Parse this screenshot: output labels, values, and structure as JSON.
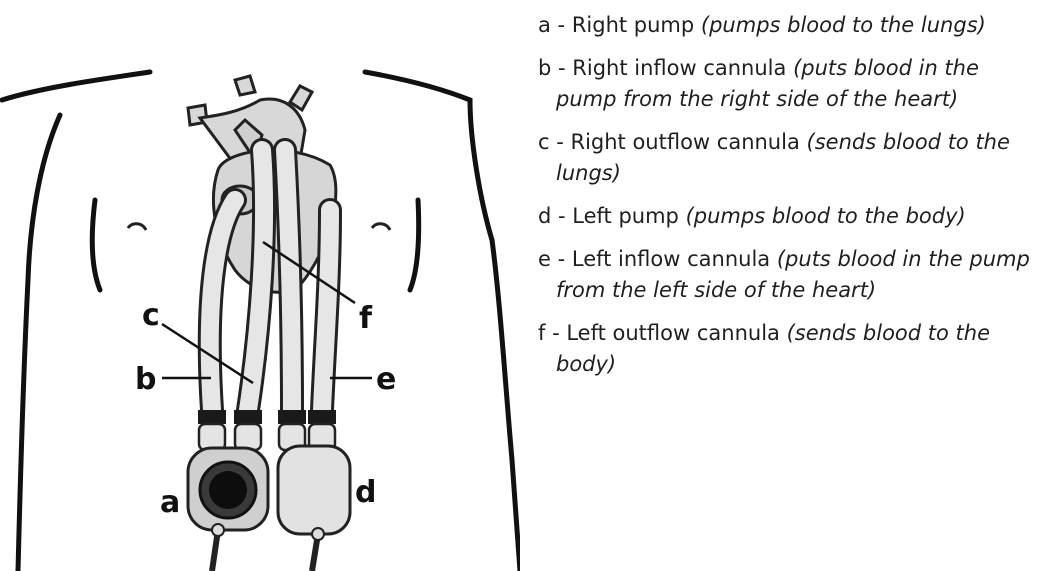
{
  "callouts": {
    "a": "a",
    "b": "b",
    "c": "c",
    "d": "d",
    "e": "e",
    "f": "f"
  },
  "legend": [
    {
      "key": "a",
      "sep": " - ",
      "name": "Right pump",
      "desc": "(pumps blood to the lungs)"
    },
    {
      "key": "b",
      "sep": " - ",
      "name": "Right inflow cannula",
      "desc": "(puts blood in the pump from the right side of the heart)"
    },
    {
      "key": "c",
      "sep": " - ",
      "name": "Right outflow cannula",
      "desc": "(sends blood to the lungs)"
    },
    {
      "key": "d",
      "sep": " - ",
      "name": "Left pump",
      "desc": "(pumps blood to the body)"
    },
    {
      "key": "e",
      "sep": " - ",
      "name": "Left inflow cannula",
      "desc": "(puts blood in the pump from the left side of the heart)"
    },
    {
      "key": "f",
      "sep": " - ",
      "name": "Left outflow cannula",
      "desc": "(sends blood to the body)"
    }
  ]
}
